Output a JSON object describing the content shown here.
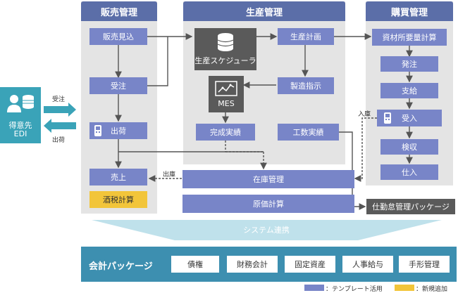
{
  "partner": {
    "line1": "得意先",
    "line2": "EDI",
    "order_label": "受注",
    "ship_label": "出荷"
  },
  "sales": {
    "header": "販売管理",
    "forecast": "販売見込",
    "order": "受注",
    "shipment": "出荷",
    "sales": "売上",
    "liquor_tax": "酒税計算",
    "out_label": "出庫"
  },
  "production": {
    "header": "生産管理",
    "scheduler": "生産スケジューラ",
    "plan": "生産計画",
    "mes": "MES",
    "instruction": "製造指示",
    "completion": "完成実績",
    "work_hours": "工数実績",
    "inventory": "在庫管理",
    "costing": "原価計算"
  },
  "purchase": {
    "header": "購買管理",
    "mrp": "資材所要量計算",
    "order": "発注",
    "supply": "支給",
    "receive": "受入",
    "inspection": "検収",
    "payable": "仕入",
    "in_label": "入庫"
  },
  "attendance": "仕勤怠管理パッケージ",
  "system_link": "システム連携",
  "accounting": {
    "title": "会計パッケージ",
    "modules": [
      "債権",
      "財務会計",
      "固定資産",
      "人事給与",
      "手形管理"
    ]
  },
  "legend": {
    "template": "：テンプレート活用",
    "new": "：新規追加"
  },
  "colors": {
    "template": "#7885c8",
    "new": "#f2c53a",
    "header": "#5b6ea8",
    "accounting": "#3d8fb0"
  }
}
